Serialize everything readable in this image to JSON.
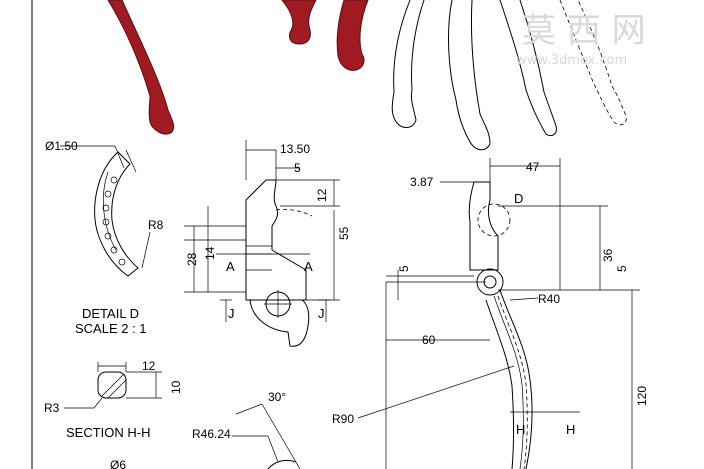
{
  "watermark": {
    "text": "莫 西 网",
    "url": "www.3dmox.com"
  },
  "detail": {
    "label": "DETAIL D",
    "scale": "SCALE 2 : 1",
    "dia": "Ø1.50",
    "radius": "R8"
  },
  "section": {
    "label": "SECTION H-H",
    "width": "12",
    "height": "10",
    "radius": "R3"
  },
  "side_view": {
    "d1": "13.50",
    "d2": "5",
    "d3": "12",
    "d4": "55",
    "d5": "28",
    "d6": "14",
    "sec_a": "A",
    "sec_j": "J"
  },
  "front_view": {
    "d1": "3.87",
    "d2": "47",
    "callout": "D",
    "d3": "36",
    "d4": "5",
    "d5": "5",
    "d6": "R40",
    "d7": "60",
    "d8": "R90",
    "d9": "120",
    "sec_h": "H"
  },
  "bottom": {
    "angle": "30°",
    "radius": "R46.24",
    "partial": "Ø6"
  }
}
